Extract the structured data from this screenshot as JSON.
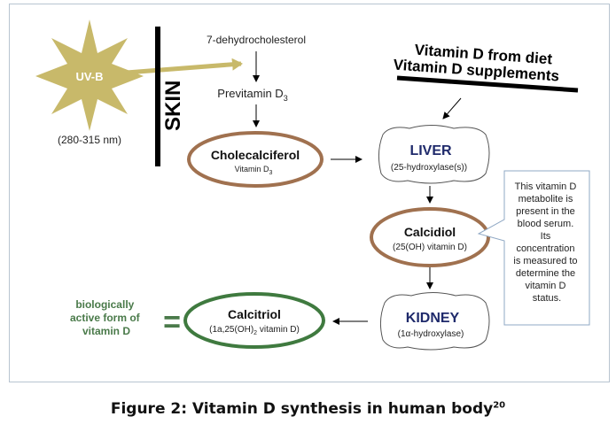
{
  "diagram": {
    "uvb_label": "UV-B",
    "uvb_range": "(280-315 nm)",
    "skin_label": "SKIN",
    "dehydro": "7-dehydrocholesterol",
    "previtamin": "Previtamin D",
    "previtamin_sub": "3",
    "chole_title": "Cholecalciferol",
    "chole_sub": "Vitamin D",
    "chole_sub_sub": "3",
    "diet_line1": "Vitamin D from diet",
    "diet_line2": "Vitamin D supplements",
    "liver_title": "LIVER",
    "liver_sub": "(25-hydroxylase(s))",
    "calcidiol_title": "Calcidiol",
    "calcidiol_sub": "(25(OH) vitamin D)",
    "callout_lines": [
      "This vitamin D",
      "metabolite is",
      "present in the",
      "blood serum.",
      "Its",
      "concentration",
      "is measured to",
      "determine the",
      "vitamin D",
      "status."
    ],
    "kidney_title": "KIDNEY",
    "kidney_sub": "(1α-hydroxylase)",
    "calcitriol_title": "Calcitriol",
    "calcitriol_sub_a": "(1a,25(OH)",
    "calcitriol_sub_sub": "2",
    "calcitriol_sub_b": " vitamin D)",
    "equals": "=",
    "bio_lines": [
      "biologically",
      "active form of",
      "vitamin D"
    ]
  },
  "caption": {
    "text": "Figure 2: Vitamin D synthesis in human body",
    "ref": "20"
  },
  "colors": {
    "star": "#c8b96a",
    "ellipse_brown": "#a0714f",
    "ellipse_green": "#3f7a3f",
    "navy": "#1f2a6b",
    "green_text": "#4a7a4a"
  }
}
